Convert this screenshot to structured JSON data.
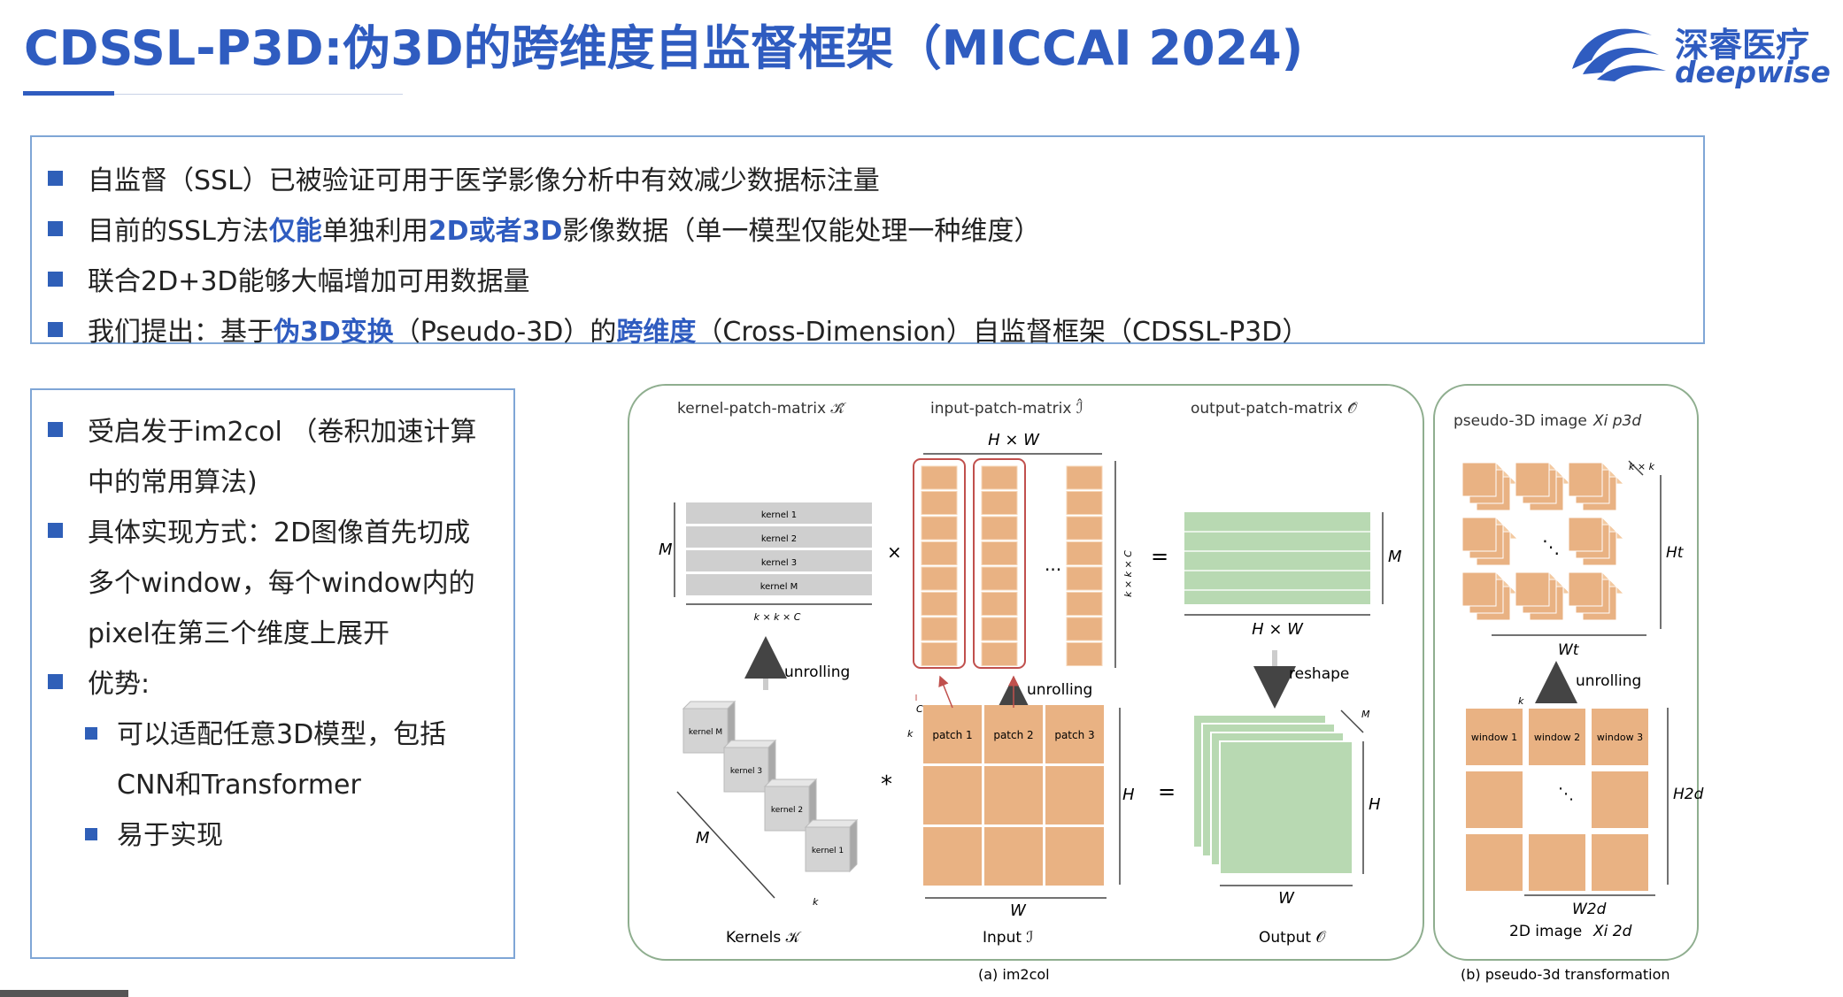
{
  "title": "CDSSL-P3D:伪3D的跨维度自监督框架（MICCAI 2024)",
  "logo": {
    "cn": "深睿医疗",
    "en": "deepwise"
  },
  "top_bullets": [
    {
      "text": "自监督（SSL）已被验证可用于医学影像分析中有效减少数据标注量"
    },
    {
      "pre": "目前的SSL方法",
      "hl1": "仅能",
      "mid": "单独利用",
      "hl2": "2D或者3D",
      "post": "影像数据（单一模型仅能处理一种维度）"
    },
    {
      "text": "联合2D+3D能够大幅增加可用数据量"
    },
    {
      "pre": "我们提出：基于",
      "hl1": "伪3D变换",
      "mid": "（Pseudo-3D）的",
      "hl2": "跨维度",
      "post": "（Cross-Dimension）自监督框架（CDSSL-P3D）"
    }
  ],
  "left_panel": {
    "b1_l1": "受启发于im2col （卷积加速计算",
    "b1_l2": "中的常用算法)",
    "b2_l1": "具体实现方式：2D图像首先切成",
    "b2_l2": "多个window，每个window内的",
    "b2_l3": "pixel在第三个维度上展开",
    "b3": "优势:",
    "s1_l1": "可以适配任意3D模型，包括",
    "s1_l2": "CNN和Transformer",
    "s2": "易于实现"
  },
  "figure": {
    "kernel_patch_matrix": "kernel-patch-matrix 𝒦̂",
    "input_patch_matrix": "input-patch-matrix ℐ̂",
    "output_patch_matrix": "output-patch-matrix 𝒪̂",
    "pseudo3d_image": "pseudo-3D image",
    "kernel_rows": [
      "kernel 1",
      "kernel 2",
      "kernel 3",
      "kernel M"
    ],
    "kernel_cubes": [
      "kernel M",
      "kernel 3",
      "kernel 2",
      "kernel 1"
    ],
    "patches": [
      "patch 1",
      "patch 2",
      "patch 3"
    ],
    "windows": [
      "window 1",
      "window 2",
      "window 3"
    ],
    "unrolling": "unrolling",
    "reshape": "reshape",
    "kernels_label": "Kernels 𝒦",
    "input_label": "Input ℐ",
    "output_label": "Output 𝒪",
    "image2d_label": "2D image",
    "caption_a": "(a) im2col",
    "caption_b": "(b) pseudo-3d transformation",
    "sym_M": "M",
    "sym_H": "H",
    "sym_W": "W",
    "sym_k": "k",
    "sym_C": "C",
    "sym_HxW": "H × W",
    "sym_kkC": "k × k × C",
    "sym_kxk": "k × k",
    "sym_Ht": "Ht",
    "sym_Wt": "Wt",
    "sym_H2d": "H2d",
    "sym_W2d": "W2d",
    "sym_Xp3d": "Xi p3d",
    "sym_X2d": "Xi 2d",
    "op_times": "×",
    "op_equals": "=",
    "op_conv": "*",
    "op_dots": "...",
    "op_ddots": "⋱"
  },
  "colors": {
    "accent": "#2f5cc0",
    "orange": "#e9b283",
    "green": "#b8d9b2",
    "border": "#7fa6d6"
  }
}
